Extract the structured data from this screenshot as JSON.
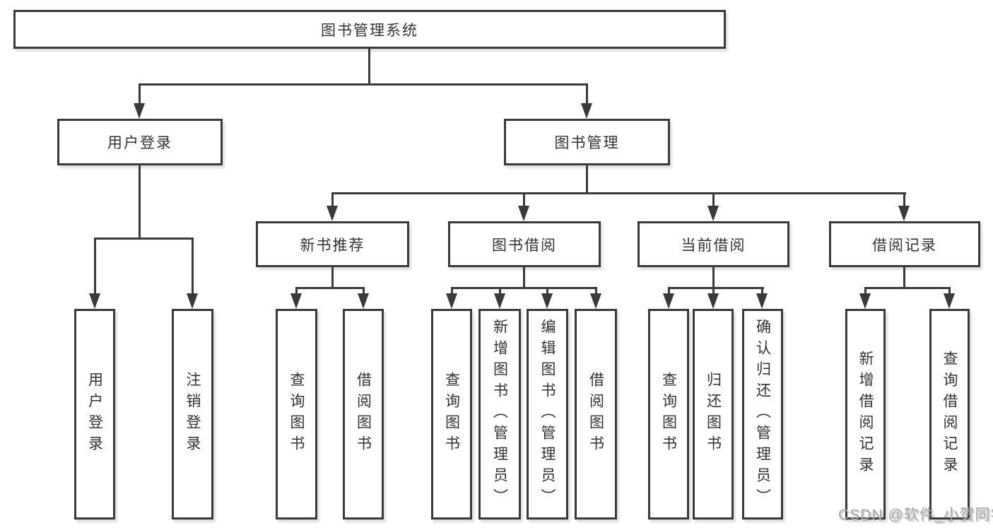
{
  "colors": {
    "line": "#3a3a3a",
    "text": "#333333",
    "box_background": "#ffffff",
    "watermark": "#a8a8a8"
  },
  "tree": {
    "root": {
      "label": "图书管理系统"
    },
    "branches": [
      {
        "label": "用户登录",
        "children": [
          {
            "label": "用户登录"
          },
          {
            "label": "注销登录"
          }
        ]
      },
      {
        "label": "图书管理",
        "children": [
          {
            "label": "新书推荐",
            "children": [
              {
                "label": "查询图书"
              },
              {
                "label": "借阅图书"
              }
            ]
          },
          {
            "label": "图书借阅",
            "children": [
              {
                "label": "查询图书"
              },
              {
                "label": "新增图书（管理员）"
              },
              {
                "label": "编辑图书（管理员）"
              },
              {
                "label": "借阅图书"
              }
            ]
          },
          {
            "label": "当前借阅",
            "children": [
              {
                "label": "查询图书"
              },
              {
                "label": "归还图书"
              },
              {
                "label": "确认归还（管理员）"
              }
            ]
          },
          {
            "label": "借阅记录",
            "children": [
              {
                "label": "新增借阅记录"
              },
              {
                "label": "查询借阅记录"
              }
            ]
          }
        ]
      }
    ]
  },
  "watermark": {
    "text": "CSDN @软件_小贺同学"
  }
}
